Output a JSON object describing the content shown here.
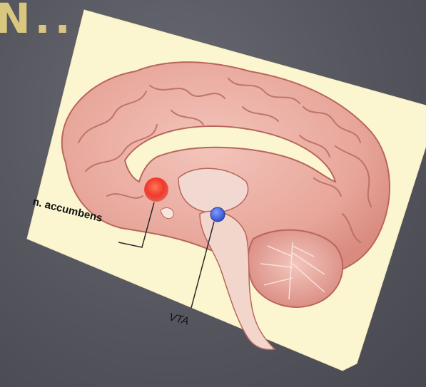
{
  "slide": {
    "title": "N.."
  },
  "diagram": {
    "labels": {
      "accumbens": "n. accumbens",
      "vta": "VTA"
    },
    "colors": {
      "accumbens": "#f03a2a",
      "vta": "#3a5fd8",
      "card": "#fbf6cf",
      "slide_bg": "#55555e",
      "title": "#d9c77f"
    }
  }
}
